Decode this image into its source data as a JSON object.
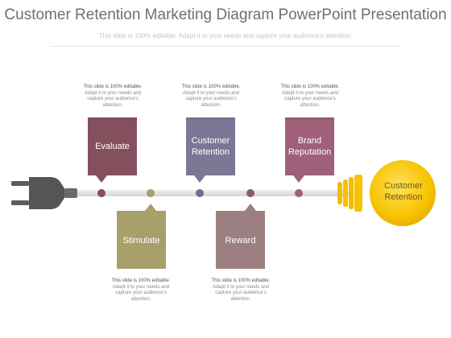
{
  "slide": {
    "title": "Customer Retention Marketing Diagram PowerPoint Presentation",
    "subtitle": "This slide is 100% editable. Adapt it to your needs and capture your audience's attention."
  },
  "colors": {
    "evaluate": "#85505e",
    "customer_retention_card": "#7b7896",
    "brand_reputation": "#a0607a",
    "stimulate": "#a7a06a",
    "reward": "#9c7f80",
    "cable": "#e2e2e2",
    "plug": "#555555",
    "bulb": "#f5c100"
  },
  "cards": [
    {
      "label": "Evaluate",
      "color": "#85505e"
    },
    {
      "label": "Customer\nRetention",
      "color": "#7b7896"
    },
    {
      "label": "Brand\nReputation",
      "color": "#a0607a"
    },
    {
      "label": "Stimulate",
      "color": "#a7a06a"
    },
    {
      "label": "Reward",
      "color": "#9c7f80"
    }
  ],
  "notes": [
    {
      "line1": "This slide is 100% editable.",
      "line2": "Adapt it to your needs and",
      "line3": "capture your audience's",
      "line4": "attention."
    },
    {
      "line1": "This slide is 100% editable.",
      "line2": "Adapt it to your needs and",
      "line3": "capture your audience's",
      "line4": "attention."
    },
    {
      "line1": "This slide is 100% editable.",
      "line2": "Adapt it to your needs and",
      "line3": "capture your audience's",
      "line4": "attention."
    },
    {
      "line1": "This slide is 100% editable.",
      "line2": "Adapt it to your needs and",
      "line3": "capture your audience's",
      "line4": "attention."
    },
    {
      "line1": "This slide is 100% editable.",
      "line2": "Adapt it to your needs and",
      "line3": "capture your audience's",
      "line4": "attention."
    }
  ],
  "bulb": {
    "label": "Customer\nRetention"
  },
  "icons": {
    "plug": "plug-icon",
    "bulb": "light-bulb-icon"
  }
}
